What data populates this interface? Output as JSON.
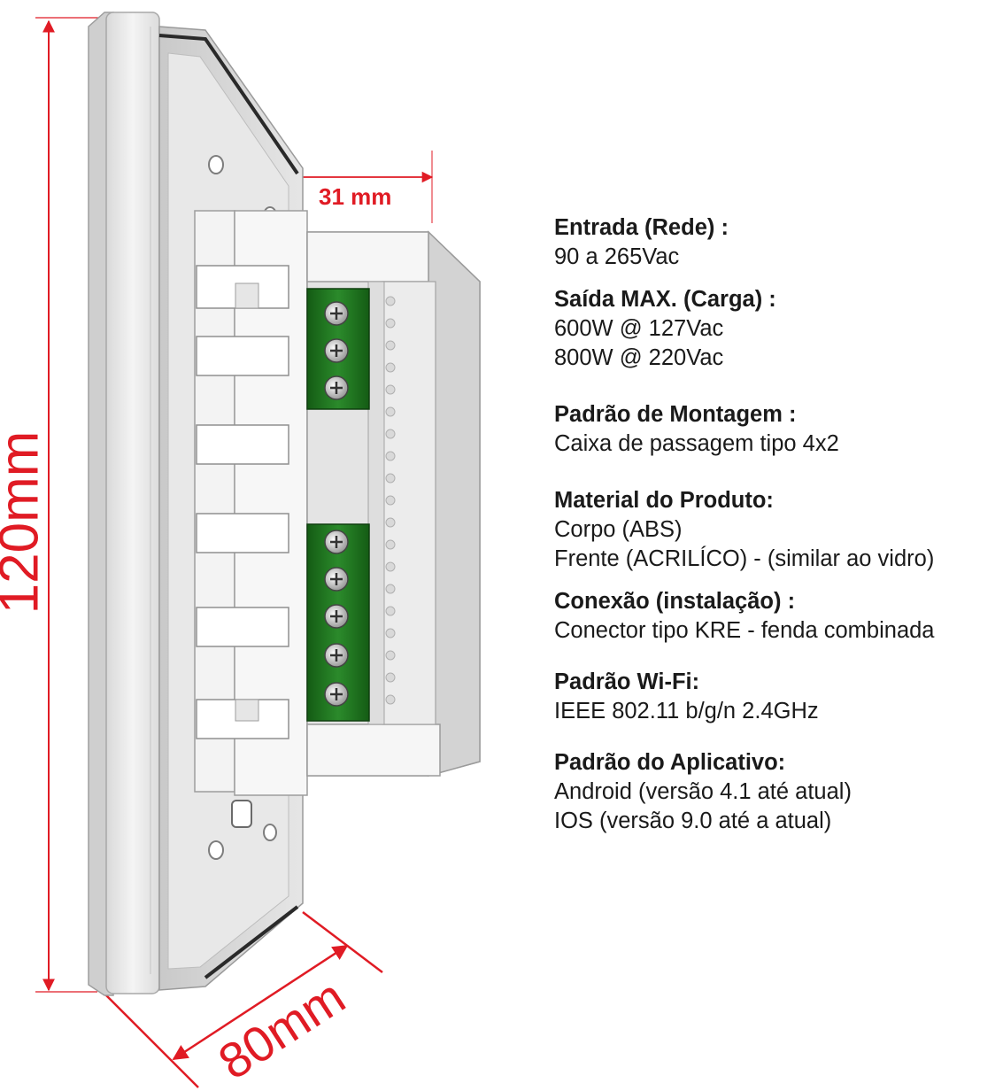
{
  "dimensions": {
    "height": "120mm",
    "width": "80mm",
    "depth": "31 mm"
  },
  "colors": {
    "dimension": "#e01b24",
    "terminal_green": "#1f7a1f",
    "body": "#f1f1f1"
  },
  "specs": [
    {
      "title": "Entrada (Rede) :",
      "lines": [
        "90 a 265Vac"
      ]
    },
    {
      "title": "Saída MAX. (Carga) :",
      "lines": [
        "600W @ 127Vac",
        "800W @ 220Vac"
      ]
    },
    {
      "title": "Padrão de Montagem :",
      "lines": [
        "Caixa de passagem tipo 4x2"
      ]
    },
    {
      "title": "Material do Produto:",
      "lines": [
        "Corpo (ABS)",
        "Frente (ACRILÍCO) - (similar ao vidro)"
      ]
    },
    {
      "title": "Conexão (instalação) :",
      "lines": [
        "Conector tipo KRE - fenda combinada"
      ]
    },
    {
      "title": "Padrão Wi-Fi:",
      "lines": [
        "IEEE 802.11 b/g/n 2.4GHz"
      ]
    },
    {
      "title": "Padrão do Aplicativo:",
      "lines": [
        "Android (versão 4.1 até atual)",
        "IOS (versão 9.0 até a atual)"
      ]
    }
  ]
}
